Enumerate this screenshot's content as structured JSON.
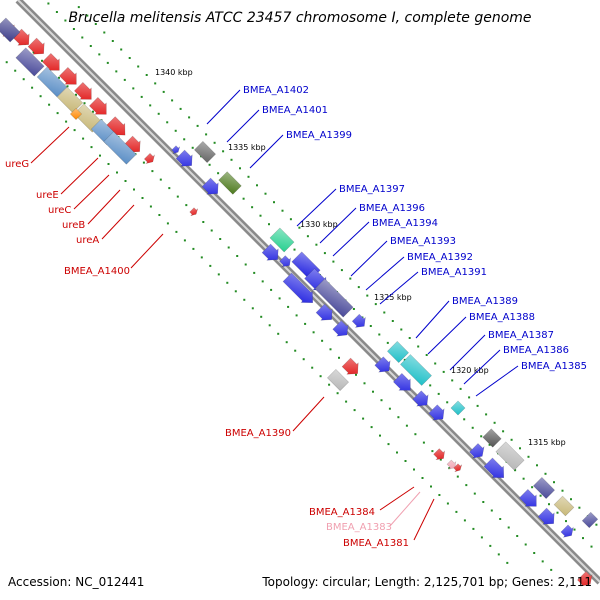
{
  "title": "Brucella melitensis ATCC 23457 chromosome I, complete genome",
  "footer": {
    "accession": "Accession: NC_012441",
    "summary": "Topology: circular; Length: 2,125,701 bp; Genes: 2,111"
  },
  "ruler": [
    "1340 kbp",
    "1335 kbp",
    "1330 kbp",
    "1325 kbp",
    "1320 kbp",
    "1315 kbp"
  ],
  "colors": {
    "backbone": "#8a8a8a",
    "forward_label": "#0000cc",
    "reverse_label": "#cc0000",
    "pseudo_label": "#f0a0b0",
    "tick": "#228b22"
  },
  "labels": {
    "forward": [
      "BMEA_A1402",
      "BMEA_A1401",
      "BMEA_A1399",
      "BMEA_A1397",
      "BMEA_A1396",
      "BMEA_A1394",
      "BMEA_A1393",
      "BMEA_A1392",
      "BMEA_A1391",
      "BMEA_A1389",
      "BMEA_A1388",
      "BMEA_A1387",
      "BMEA_A1386",
      "BMEA_A1385"
    ],
    "reverse": [
      "ureG",
      "ureE",
      "ureC",
      "ureB",
      "ureA",
      "BMEA_A1400",
      "BMEA_A1390",
      "BMEA_A1384",
      "BMEA_A1381"
    ],
    "pseudo": [
      "BMEA_A1383"
    ]
  }
}
